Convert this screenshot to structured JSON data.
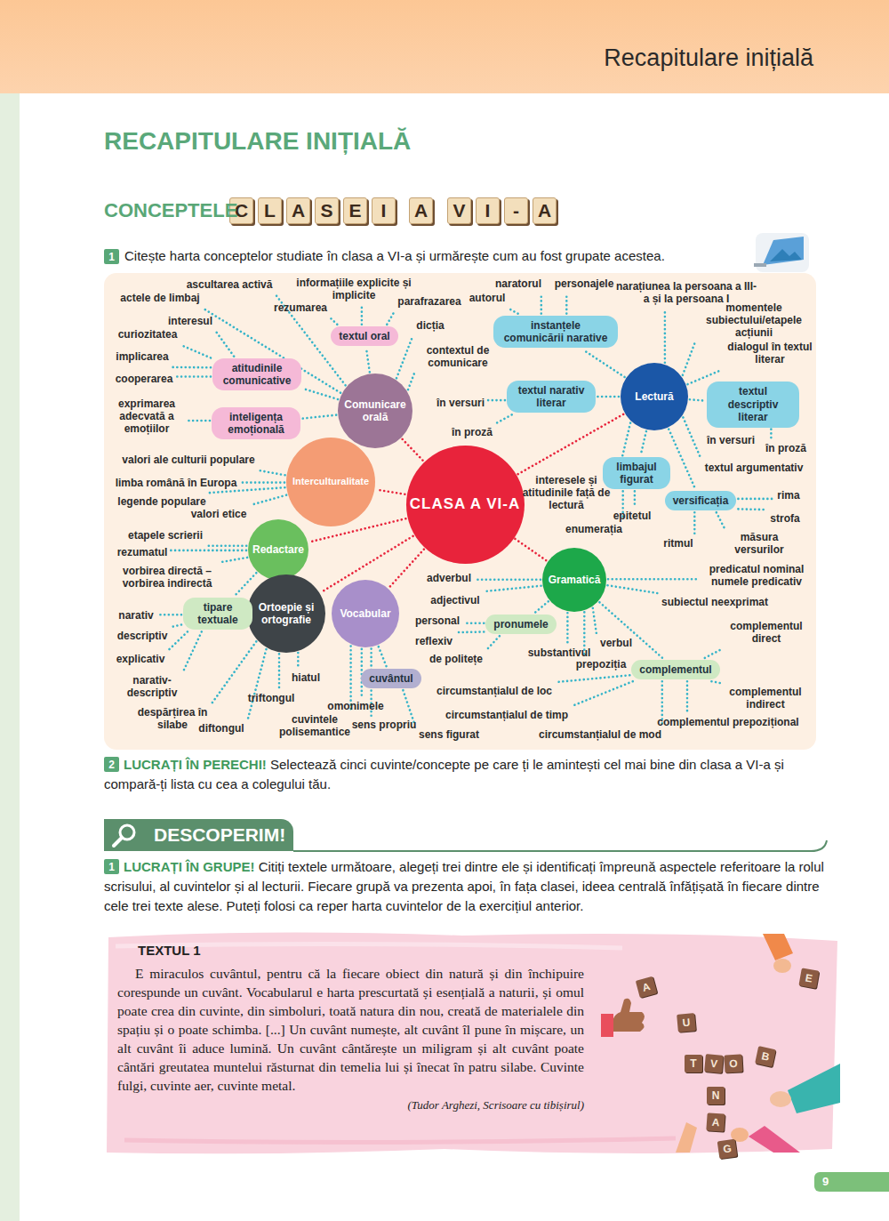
{
  "diagram": {
    "title": "RECAPITULARE INIȚIALĂ",
    "nodes": [
      {
        "text": [
          "Recapitulare inițială"
        ]
      },
      {
        "text": [
          "C"
        ]
      },
      {
        "text": [
          "L"
        ]
      },
      {
        "text": [
          "A"
        ]
      },
      {
        "text": [
          "S"
        ]
      },
      {
        "text": [
          "E"
        ]
      },
      {
        "text": [
          "I"
        ]
      },
      {
        "text": [
          "A"
        ]
      },
      {
        "text": [
          "V"
        ]
      },
      {
        "text": [
          "I"
        ]
      },
      {
        "text": [
          "-"
        ]
      },
      {
        "text": [
          "A"
        ]
      },
      {
        "text": [
          "1"
        ]
      },
      {
        "text": [
          "CLASA A VI-A"
        ]
      },
      {
        "text": [
          "Comunicare orală"
        ]
      },
      {
        "text": [
          "Interculturalitate"
        ]
      },
      {
        "text": [
          "Redactare"
        ]
      },
      {
        "text": [
          "Ortoepie și ortografie"
        ]
      },
      {
        "text": [
          "Vocabular"
        ]
      },
      {
        "text": [
          "Gramatică"
        ]
      },
      {
        "text": [
          "Lectură"
        ]
      },
      {
        "text": [
          "textul oral"
        ]
      },
      {
        "text": [
          "atitudinile comunicative"
        ]
      },
      {
        "text": [
          "inteligența emoțională"
        ]
      },
      {
        "text": [
          "instanțele comunicării narative"
        ]
      },
      {
        "text": [
          "textul narativ literar"
        ]
      },
      {
        "text": [
          "textul descriptiv literar"
        ]
      },
      {
        "text": [
          "limbajul figurat"
        ]
      },
      {
        "text": [
          "versificația"
        ]
      },
      {
        "text": [
          "tipare textuale"
        ]
      },
      {
        "text": [
          "cuvântul"
        ]
      },
      {
        "text": [
          "pronumele"
        ]
      },
      {
        "text": [
          "complementul"
        ]
      },
      {
        "text": [
          "2"
        ]
      },
      {
        "text": [
          "DESCOPERIM!"
        ]
      },
      {
        "text": [
          "1"
        ]
      },
      {
        "text": [
          "TEXTUL 1",
          "E miraculos cuvântul, pentru că la fiecare obiect din natură și din închipuire corespunde un cuvânt. Vocabularul e harta prescurtată și esențială a naturii, și omul poate crea din cuvinte, din simboluri, toată natura din nou, creată de materialele din spațiu și o poate schimba. [...] Un cuvânt numește, alt cuvânt îl pune în mișcare, un alt cuvânt îi aduce lumină. Un cuvânt cântărește un miligram și alt cuvânt poate cântări greutatea muntelui răsturnat din temelia lui și înecat în patru silabe. Cuvinte fulgi, cuvinte aer, cuvinte metal.",
          "(Tudor Arghezi, Scrisoare cu tibișirul)"
        ]
      },
      {
        "text": [
          "A"
        ],
        "in": 36
      },
      {
        "text": [
          "E"
        ],
        "in": 36
      },
      {
        "text": [
          "U"
        ],
        "in": 36
      },
      {
        "text": [
          "T"
        ],
        "in": 36
      },
      {
        "text": [
          "V"
        ],
        "in": 36
      },
      {
        "text": [
          "O"
        ],
        "in": 36
      },
      {
        "text": [
          "B"
        ],
        "in": 36
      },
      {
        "text": [
          "N"
        ],
        "in": 36
      },
      {
        "text": [
          "A"
        ],
        "in": 36
      },
      {
        "text": [
          "G"
        ],
        "in": 36
      },
      {
        "text": [
          "9"
        ]
      }
    ],
    "edges": [
      {
        "from": 13,
        "to": 14,
        "arrow": "none"
      },
      {
        "from": 13,
        "to": 15,
        "arrow": "none"
      },
      {
        "from": 13,
        "to": 16,
        "arrow": "none"
      },
      {
        "from": 13,
        "to": 17,
        "arrow": "none"
      },
      {
        "from": 13,
        "to": 18,
        "arrow": "none"
      },
      {
        "from": 13,
        "to": 19,
        "arrow": "none"
      },
      {
        "from": 13,
        "to": 20,
        "arrow": "none"
      },
      {
        "from": 14,
        "to": 21,
        "arrow": "none"
      },
      {
        "from": 14,
        "to": 22,
        "arrow": "none"
      },
      {
        "from": 14,
        "to": 23,
        "arrow": "none"
      },
      {
        "from": 20,
        "to": 24,
        "arrow": "none"
      },
      {
        "from": 20,
        "to": 25,
        "arrow": "none"
      },
      {
        "from": 20,
        "to": 26,
        "arrow": "none"
      },
      {
        "from": 20,
        "to": 27,
        "arrow": "none"
      },
      {
        "from": 20,
        "to": 28,
        "arrow": "none"
      },
      {
        "from": 16,
        "to": 29,
        "arrow": "none"
      },
      {
        "from": 18,
        "to": 30,
        "arrow": "none"
      },
      {
        "from": 19,
        "to": 31,
        "arrow": "none"
      },
      {
        "from": 19,
        "to": 32,
        "arrow": "none"
      }
    ],
    "labels": [
      "CONCEPTELE",
      "Citește harta conceptelor studiate în clasa a VI-a și urmărește cum au fost grupate acestea.",
      "ascultarea activă",
      "actele de limbaj",
      "informațiile explicite și implicite",
      "rezumarea",
      "parafrazarea",
      "dicția",
      "contextul de comunicare",
      "interesul",
      "curiozitatea",
      "implicarea",
      "cooperarea",
      "exprimarea adecvată a emoțiilor",
      "autorul",
      "naratorul",
      "personajele",
      "narațiunea la persoana a III-a și la persoana I",
      "momentele subiectului/etapele acțiunii",
      "dialogul în textul literar",
      "în versuri",
      "în proză",
      "în versuri",
      "în proză",
      "textul argumentativ",
      "interesele și atitudinile față de lectură",
      "epitetul",
      "enumerația",
      "rima",
      "strofa",
      "măsura versurilor",
      "ritmul",
      "valori ale culturii populare",
      "limba română în Europa",
      "legende populare",
      "valori etice",
      "etapele scrierii",
      "rezumatul",
      "vorbirea directă – vorbirea indirectă",
      "narativ",
      "descriptiv",
      "explicativ",
      "narativ- descriptiv",
      "despărțirea în silabe",
      "diftongul",
      "triftongul",
      "hiatul",
      "omonimele",
      "cuvintele polisemantice",
      "sens propriu",
      "sens figurat",
      "adverbul",
      "adjectivul",
      "personal",
      "reflexiv",
      "de politețe",
      "substantivul",
      "verbul",
      "prepoziția",
      "subiectul neexprimat",
      "predicatul nominal numele predicativ",
      "complementul direct",
      "complementul indirect",
      "complementul prepozițional",
      "circumstanțialul de mod",
      "circumstanțialul de timp",
      "circumstanțialul de loc",
      "LUCRAȚI ÎN PERECHI!",
      "Selectează cinci cuvinte/concepte pe care ți le amintești cel mai bine din clasa a VI-a și compară-ți lista cu cea a colegului tău.",
      "LUCRAȚI ÎN GRUPE!",
      "Citiți textele următoare, alegeți trei dintre ele și identificați împreună aspectele referitoare la rolul scrisului, al cuvintelor și al lecturii. Fiecare grupă va prezenta apoi, în fața clasei, ideea centrală înfățișată în fiecare dintre cele trei texte alese. Puteți folosi ca reper harta cuvintelor de la exercițiul anterior."
    ]
  }
}
